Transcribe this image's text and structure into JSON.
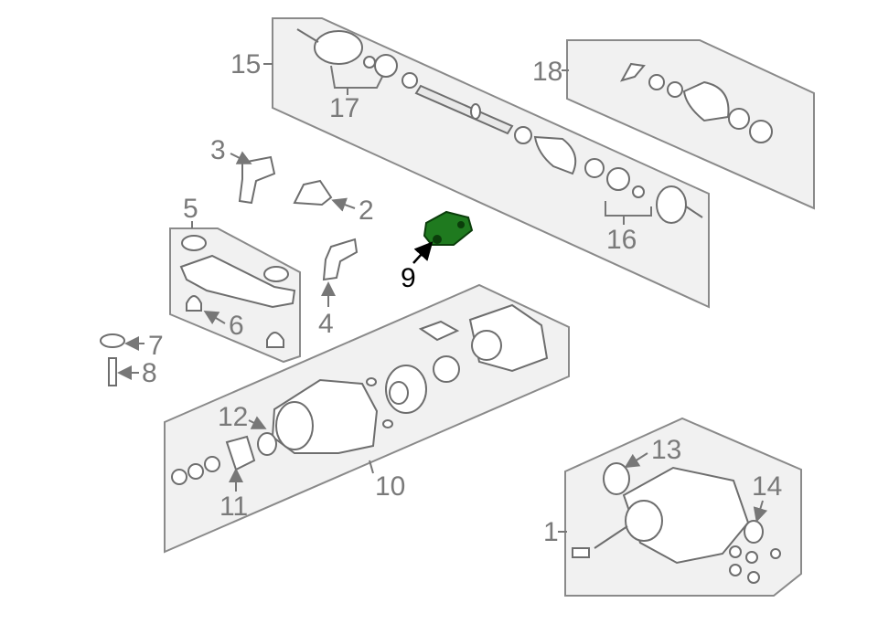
{
  "callouts": {
    "c1": "1",
    "c2": "2",
    "c3": "3",
    "c4": "4",
    "c5": "5",
    "c6": "6",
    "c7": "7",
    "c8": "8",
    "c9": "9",
    "c10": "10",
    "c11": "11",
    "c12": "12",
    "c13": "13",
    "c14": "14",
    "c15": "15",
    "c16": "16",
    "c17": "17",
    "c18": "18"
  },
  "highlight": {
    "part": "9",
    "color": "#1f7a1f"
  }
}
